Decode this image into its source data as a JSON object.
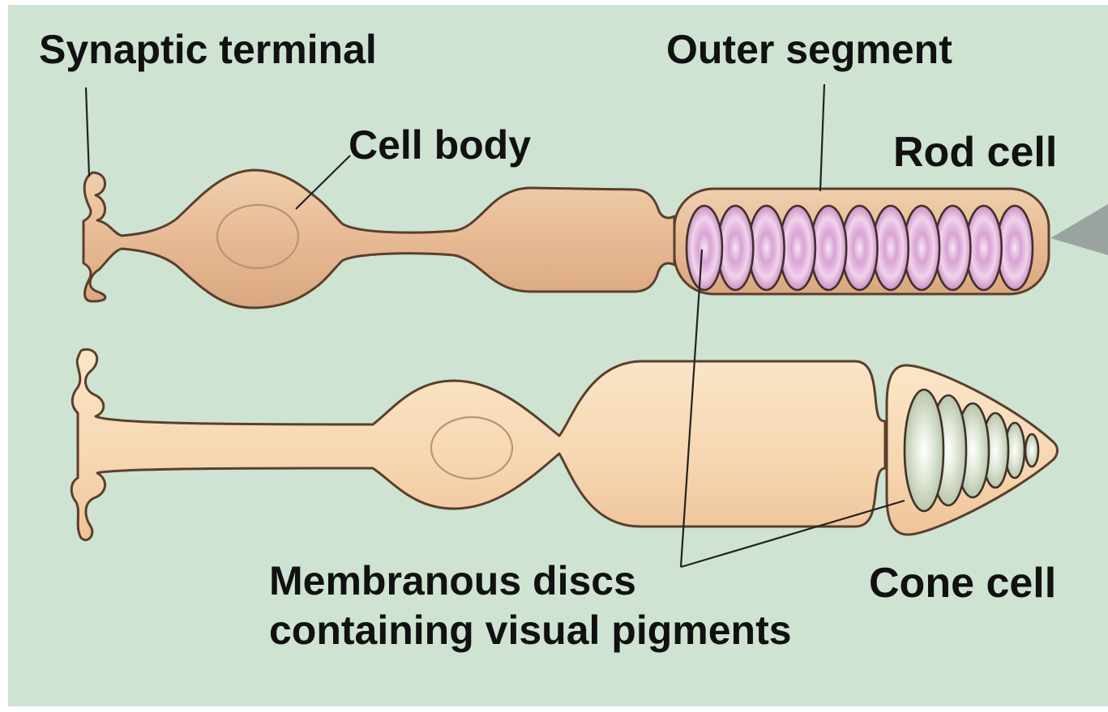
{
  "labels": {
    "synaptic_terminal": "Synaptic terminal",
    "outer_segment": "Outer segment",
    "cell_body": "Cell body",
    "rod_cell": "Rod cell",
    "membranous_discs_line1": "Membranous discs",
    "membranous_discs_line2": "containing visual pigments",
    "cone_cell": "Cone cell"
  },
  "colors": {
    "background": "#cfe3d2",
    "rod_fill": "#e8bf9a",
    "cone_fill": "#f7d9b5",
    "disc_fill": "#e3b6dd",
    "cone_disc_fill": "#e9efe0",
    "outline": "#5a3f2c"
  },
  "counts": {
    "rod_discs": 11,
    "cone_discs": 6
  }
}
